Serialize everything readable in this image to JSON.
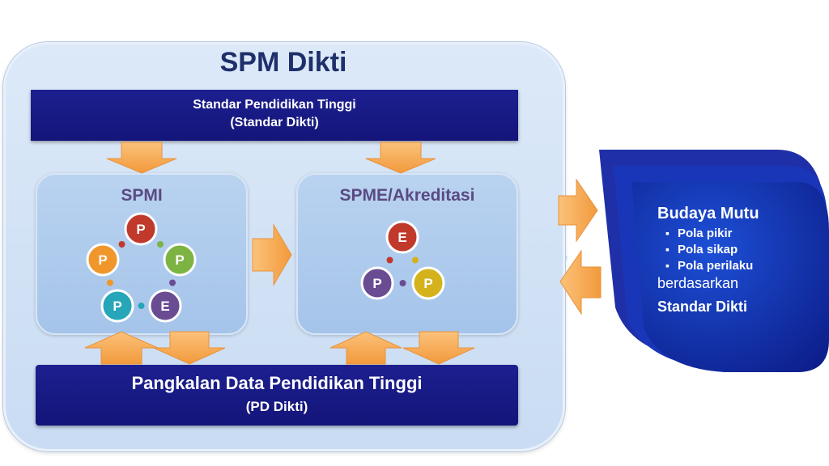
{
  "title": "SPM Dikti",
  "standard_bar": {
    "line1": "Standar Pendidikan Tinggi",
    "line2": "(Standar Dikti)"
  },
  "spmi": {
    "title": "SPMI",
    "cycle": [
      {
        "label": "P",
        "color": "#c0392b"
      },
      {
        "label": "P",
        "color": "#7cb342"
      },
      {
        "label": "E",
        "color": "#6a4c93"
      },
      {
        "label": "P",
        "color": "#26a6b8"
      },
      {
        "label": "P",
        "color": "#f0962a"
      }
    ]
  },
  "spme": {
    "title": "SPME/Akreditasi",
    "cycle": [
      {
        "label": "E",
        "color": "#c0392b"
      },
      {
        "label": "P",
        "color": "#d4b21c"
      },
      {
        "label": "P",
        "color": "#6a4c93"
      }
    ]
  },
  "pd_bar": {
    "line1": "Pangkalan Data Pendidikan Tinggi",
    "line2": "(PD Dikti)"
  },
  "budaya": {
    "title": "Budaya Mutu",
    "items": [
      "Pola pikir",
      "Pola sikap",
      "Pola perilaku"
    ],
    "plain": "berdasarkan",
    "strong": "Standar Dikti"
  },
  "colors": {
    "navy": "#14157a",
    "arrow": "#f5a64a",
    "panel": "#b9d3f0",
    "title": "#1e2f6b"
  }
}
